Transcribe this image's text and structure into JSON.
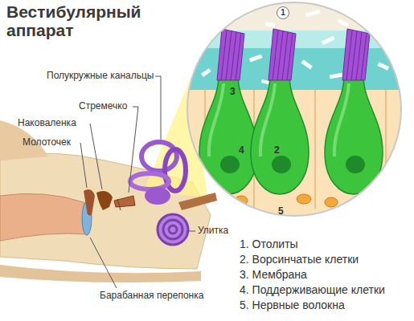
{
  "diagram": {
    "title": "Вестибулярный аппарат",
    "labels": [
      "Полукружные канальцы",
      "Стремечко",
      "Наковаленка",
      "Молоточек",
      "Улитка",
      "Барабанная перепонка",
      "1",
      "2",
      "3",
      "4",
      "5",
      "1. Отолиты",
      "2. Ворсинчатые клетки",
      "3. Мембрана",
      "4. Поддерживающие клетки",
      "5. Нервные волокна"
    ]
  }
}
